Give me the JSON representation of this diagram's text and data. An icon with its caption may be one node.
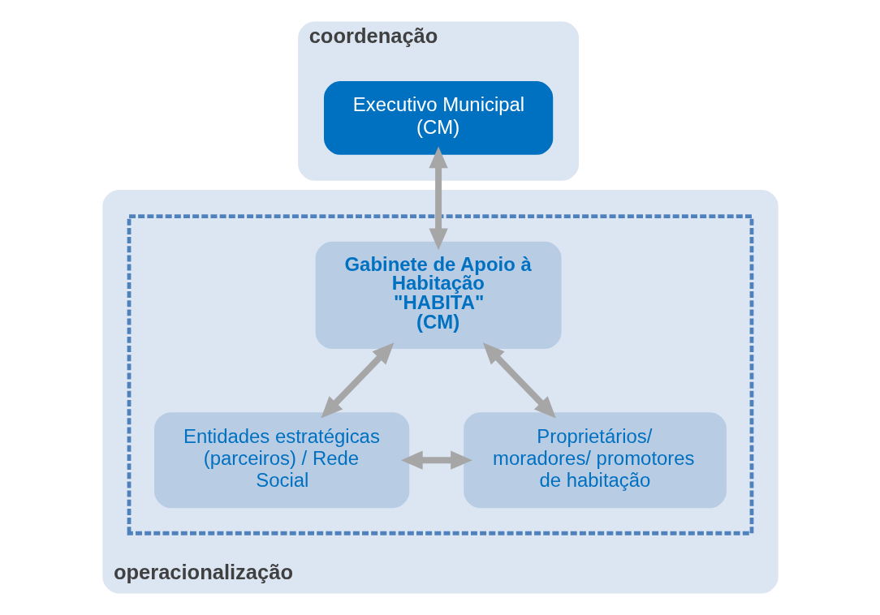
{
  "diagram": {
    "nodes": [
      {
        "text": [
          "coordenação"
        ]
      },
      {
        "text": [
          "Executivo Municipal (CM)"
        ],
        "in": 0
      },
      {
        "text": [
          "operacionalização"
        ]
      },
      {
        "text": [],
        "shape": "box",
        "in": 2
      },
      {
        "text": [
          "Gabinete de Apoio à Habitação",
          "\"HABITA\"",
          "(CM)"
        ],
        "in": 3
      },
      {
        "text": [
          "Entidades estratégicas (parceiros) / Rede Social"
        ],
        "in": 3
      },
      {
        "text": [
          "Proprietários/ moradores/ promotores de habitação"
        ],
        "in": 3
      }
    ],
    "edges": [
      {
        "from": 1,
        "to": 4,
        "arrow": "both"
      },
      {
        "from": 4,
        "to": 5,
        "arrow": "both"
      },
      {
        "from": 4,
        "to": 6,
        "arrow": "both"
      },
      {
        "from": 5,
        "to": 6,
        "arrow": "both"
      }
    ]
  }
}
